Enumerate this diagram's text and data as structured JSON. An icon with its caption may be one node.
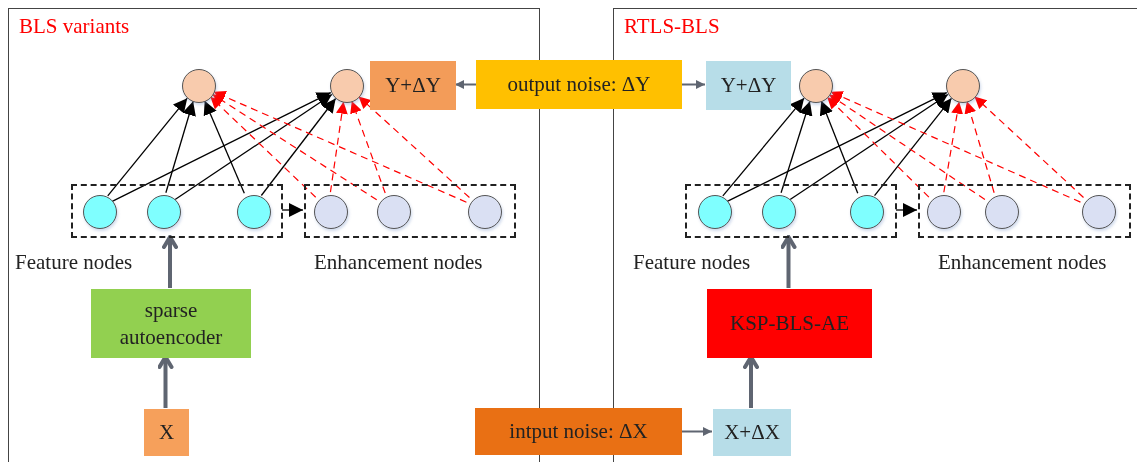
{
  "diagram": {
    "nodes": [
      {
        "text": [
          "BLS variants"
        ]
      },
      {
        "text": [
          "RTLS-BLS"
        ]
      },
      {
        "text": [
          "Feature nodes"
        ],
        "in": 0
      },
      {
        "text": [
          "Enhancement nodes"
        ],
        "in": 0
      },
      {
        "text": [],
        "shape": "circle",
        "in": 0
      },
      {
        "text": [],
        "shape": "circle",
        "in": 0
      },
      {
        "text": [],
        "shape": "circle",
        "in": 2
      },
      {
        "text": [],
        "shape": "circle",
        "in": 2
      },
      {
        "text": [],
        "shape": "circle",
        "in": 2
      },
      {
        "text": [],
        "shape": "circle",
        "in": 3
      },
      {
        "text": [],
        "shape": "circle",
        "in": 3
      },
      {
        "text": [],
        "shape": "circle",
        "in": 3
      },
      {
        "text": [
          "Y+ΔY"
        ],
        "in": 0
      },
      {
        "text": [
          "sparse autoencoder"
        ],
        "in": 0
      },
      {
        "text": [
          "X"
        ],
        "in": 0
      },
      {
        "text": [
          "output noise: ΔY"
        ]
      },
      {
        "text": [
          "intput noise: ΔX"
        ]
      },
      {
        "text": [
          "Feature nodes"
        ],
        "in": 1
      },
      {
        "text": [
          "Enhancement nodes"
        ],
        "in": 1
      },
      {
        "text": [],
        "shape": "circle",
        "in": 1
      },
      {
        "text": [],
        "shape": "circle",
        "in": 1
      },
      {
        "text": [],
        "shape": "circle",
        "in": 17
      },
      {
        "text": [],
        "shape": "circle",
        "in": 17
      },
      {
        "text": [],
        "shape": "circle",
        "in": 17
      },
      {
        "text": [],
        "shape": "circle",
        "in": 18
      },
      {
        "text": [],
        "shape": "circle",
        "in": 18
      },
      {
        "text": [],
        "shape": "circle",
        "in": 18
      },
      {
        "text": [
          "Y+ΔY"
        ],
        "in": 1
      },
      {
        "text": [
          "KSP-BLS-AE"
        ],
        "in": 1
      },
      {
        "text": [
          "X+ΔX"
        ],
        "in": 1
      }
    ],
    "edges": [
      {
        "from": 6,
        "to": 4,
        "arrow": "to"
      },
      {
        "from": 7,
        "to": 4,
        "arrow": "to"
      },
      {
        "from": 8,
        "to": 4,
        "arrow": "to"
      },
      {
        "from": 6,
        "to": 5,
        "arrow": "to"
      },
      {
        "from": 7,
        "to": 5,
        "arrow": "to"
      },
      {
        "from": 8,
        "to": 5,
        "arrow": "to"
      },
      {
        "from": 9,
        "to": 4,
        "arrow": "to",
        "style": "dashed",
        "color": "#ff0000"
      },
      {
        "from": 10,
        "to": 4,
        "arrow": "to",
        "style": "dashed",
        "color": "#ff0000"
      },
      {
        "from": 11,
        "to": 4,
        "arrow": "to",
        "style": "dashed",
        "color": "#ff0000"
      },
      {
        "from": 9,
        "to": 5,
        "arrow": "to",
        "style": "dashed",
        "color": "#ff0000"
      },
      {
        "from": 10,
        "to": 5,
        "arrow": "to",
        "style": "dashed",
        "color": "#ff0000"
      },
      {
        "from": 11,
        "to": 5,
        "arrow": "to",
        "style": "dashed",
        "color": "#ff0000"
      },
      {
        "from": 2,
        "to": 3,
        "arrow": "to"
      },
      {
        "from": 13,
        "to": 2,
        "arrow": "to",
        "style": "thick",
        "color": "#5f6571"
      },
      {
        "from": 14,
        "to": 13,
        "arrow": "to",
        "style": "thick",
        "color": "#5f6571"
      },
      {
        "from": 15,
        "to": 12,
        "arrow": "to",
        "color": "#5f6571"
      },
      {
        "from": 15,
        "to": 27,
        "arrow": "to",
        "color": "#5f6571"
      },
      {
        "from": 16,
        "to": 29,
        "arrow": "to",
        "color": "#5f6571"
      },
      {
        "from": 29,
        "to": 28,
        "arrow": "to",
        "style": "thick",
        "color": "#5f6571"
      },
      {
        "from": 28,
        "to": 17,
        "arrow": "to",
        "style": "thick",
        "color": "#5f6571"
      },
      {
        "from": 21,
        "to": 19,
        "arrow": "to"
      },
      {
        "from": 22,
        "to": 19,
        "arrow": "to"
      },
      {
        "from": 23,
        "to": 19,
        "arrow": "to"
      },
      {
        "from": 21,
        "to": 20,
        "arrow": "to"
      },
      {
        "from": 22,
        "to": 20,
        "arrow": "to"
      },
      {
        "from": 23,
        "to": 20,
        "arrow": "to"
      },
      {
        "from": 24,
        "to": 19,
        "arrow": "to",
        "style": "dashed",
        "color": "#ff0000"
      },
      {
        "from": 25,
        "to": 19,
        "arrow": "to",
        "style": "dashed",
        "color": "#ff0000"
      },
      {
        "from": 26,
        "to": 19,
        "arrow": "to",
        "style": "dashed",
        "color": "#ff0000"
      },
      {
        "from": 24,
        "to": 20,
        "arrow": "to",
        "style": "dashed",
        "color": "#ff0000"
      },
      {
        "from": 25,
        "to": 20,
        "arrow": "to",
        "style": "dashed",
        "color": "#ff0000"
      },
      {
        "from": 26,
        "to": 20,
        "arrow": "to",
        "style": "dashed",
        "color": "#ff0000"
      },
      {
        "from": 17,
        "to": 18,
        "arrow": "to"
      }
    ]
  }
}
